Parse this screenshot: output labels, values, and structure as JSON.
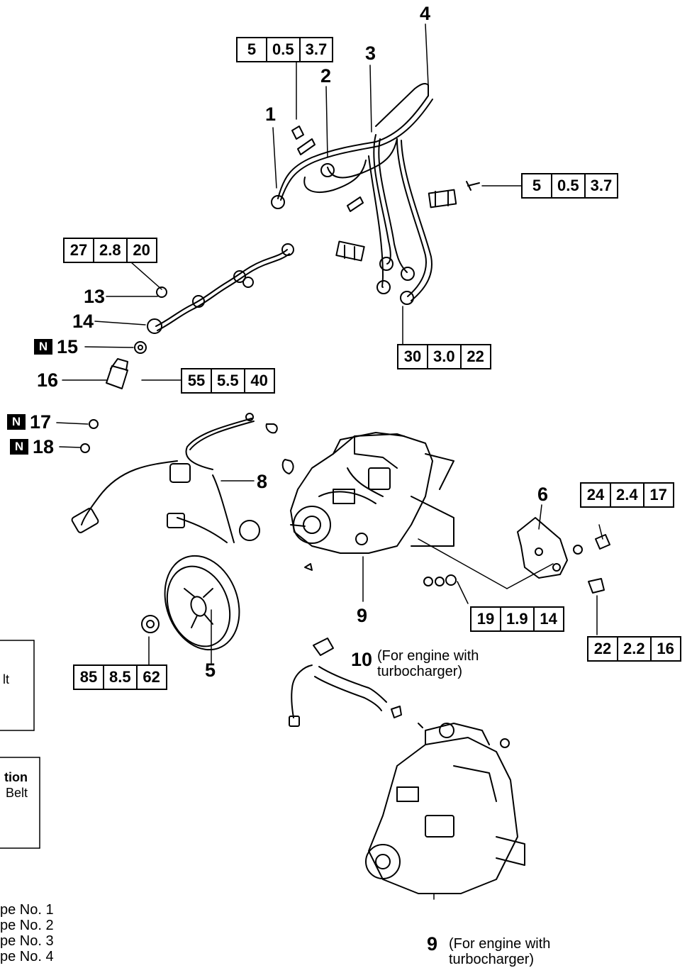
{
  "callouts": {
    "c1": "1",
    "c2": "2",
    "c3": "3",
    "c4": "4",
    "c5": "5",
    "c6": "6",
    "c8": "8",
    "c9a": "9",
    "c9b": "9",
    "c10": "10",
    "c13": "13",
    "c14": "14",
    "c15": "15",
    "c16": "16",
    "c17": "17",
    "c18": "18"
  },
  "new_part_mark": "N",
  "torque_specs": {
    "t_top": [
      "5",
      "0.5",
      "3.7"
    ],
    "t_right": [
      "5",
      "0.5",
      "3.7"
    ],
    "t_27": [
      "27",
      "2.8",
      "20"
    ],
    "t_30": [
      "30",
      "3.0",
      "22"
    ],
    "t_55": [
      "55",
      "5.5",
      "40"
    ],
    "t_24": [
      "24",
      "2.4",
      "17"
    ],
    "t_19": [
      "19",
      "1.9",
      "14"
    ],
    "t_22": [
      "22",
      "2.2",
      "16"
    ],
    "t_85": [
      "85",
      "8.5",
      "62"
    ]
  },
  "notes": {
    "turbo_10_line1": "(For engine with",
    "turbo_10_line2": "turbocharger)",
    "turbo_9_line1": "(For engine with",
    "turbo_9_line2": "turbocharger)"
  },
  "cropped_box1": {
    "text": "lt"
  },
  "cropped_box2": {
    "line1": "tion",
    "line2": "Belt"
  },
  "legend_fragments": [
    "pe No. 1",
    "pe No. 2",
    "pe No. 3",
    "pe No. 4"
  ]
}
